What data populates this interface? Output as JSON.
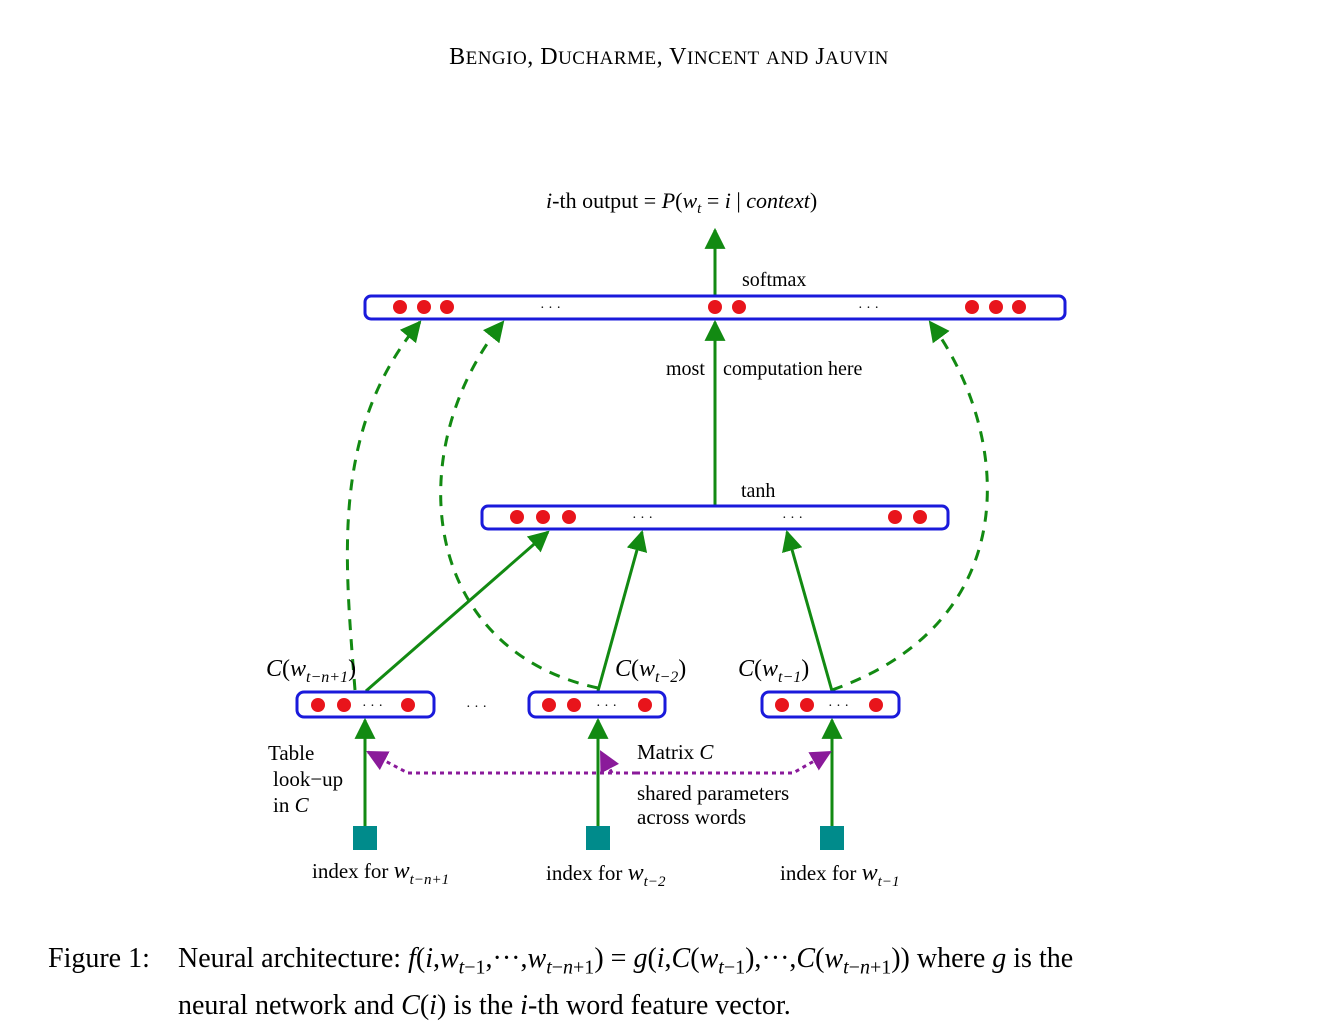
{
  "header": {
    "authors_parts": [
      {
        "cap": "B",
        "rest": "ENGIO"
      },
      {
        "sep": ", "
      },
      {
        "cap": "D",
        "rest": "UCHARME"
      },
      {
        "sep": ", "
      },
      {
        "cap": "V",
        "rest": "INCENT"
      },
      {
        "sep": " "
      },
      {
        "cap": "",
        "rest": "AND"
      },
      {
        "sep": " "
      },
      {
        "cap": "J",
        "rest": "AUVIN"
      }
    ]
  },
  "figure": {
    "output_label": {
      "i": "i",
      "mid": "-th output = ",
      "P": "P",
      "open": "(",
      "w": "w",
      "t": "t",
      "eq": " = ",
      "i2": "i",
      "bar": " | ",
      "ctx": "context",
      "close": ")"
    },
    "softmax_label": "softmax",
    "computation_label": {
      "left": "most",
      "right": "computation here"
    },
    "tanh_label": "tanh",
    "dots": "· · ·",
    "between_dots": "· · ·",
    "embedding_labels": [
      {
        "C": "C",
        "open": "(",
        "w": "w",
        "sub": "t−n+1",
        "close": ")"
      },
      {
        "C": "C",
        "open": "(",
        "w": "w",
        "sub": "t−2",
        "close": ")"
      },
      {
        "C": "C",
        "open": "(",
        "w": "w",
        "sub": "t−1",
        "close": ")"
      }
    ],
    "table_lookup": {
      "line1": "Table",
      "line2": "look−up",
      "line3_text": "in ",
      "line3_C": "C"
    },
    "matrix_label": {
      "text": "Matrix ",
      "C": "C"
    },
    "shared_label": {
      "line1": "shared parameters",
      "line2": "across words"
    },
    "index_labels": [
      {
        "text": "index for ",
        "w": "w",
        "sub": "t−n+1"
      },
      {
        "text": "index for ",
        "w": "w",
        "sub": "t−2"
      },
      {
        "text": "index for ",
        "w": "w",
        "sub": "t−1"
      }
    ]
  },
  "caption": {
    "label": "Figure 1:",
    "text1": "Neural architecture: ",
    "formula": "f(i,w",
    "text_where": " where ",
    "g": "g",
    "text_is": " is the",
    "line2_a": "neural network and ",
    "Ci": "C(i)",
    "line2_b": " is the ",
    "i": "i",
    "line2_c": "-th word feature vector."
  },
  "colors": {
    "layer_border": "#1a1adb",
    "neuron": "#e8141b",
    "arrow": "#128a12",
    "shared_link": "#8a1a9a",
    "index_node": "#008b8b"
  }
}
